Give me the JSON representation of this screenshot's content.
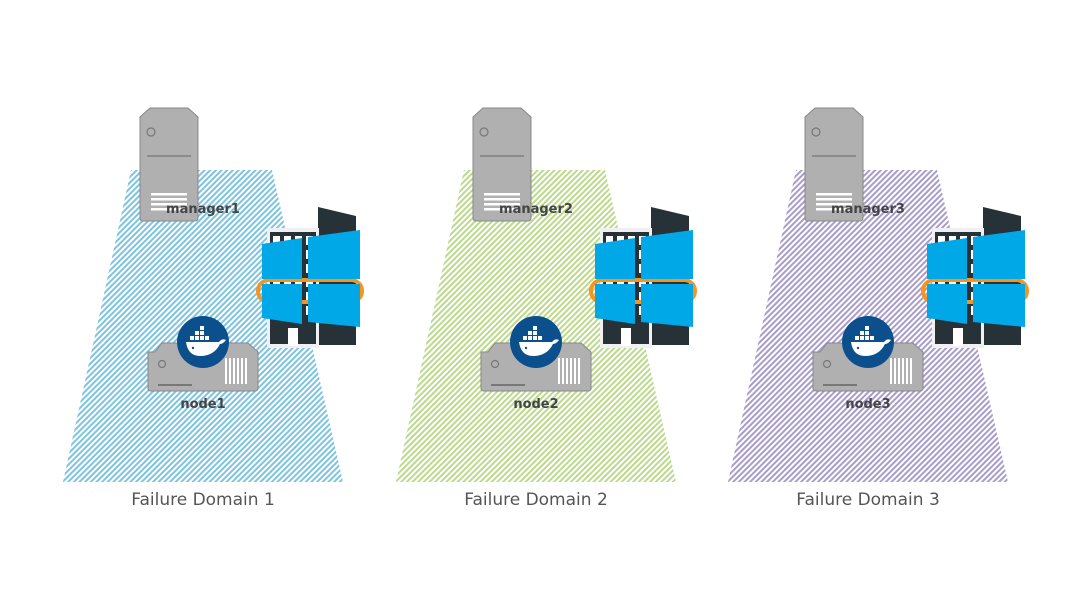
{
  "domains": [
    {
      "manager": "manager1",
      "node": "node1",
      "caption": "Failure Domain 1",
      "color": "#7ec3e0"
    },
    {
      "manager": "manager2",
      "node": "node2",
      "caption": "Failure Domain 2",
      "color": "#bcd98e"
    },
    {
      "manager": "manager3",
      "node": "node3",
      "caption": "Failure Domain 3",
      "color": "#a99cca"
    }
  ],
  "colors": {
    "server": "#b0b0b0",
    "docker": "#0b4f8c",
    "windows": "#00a8e8",
    "aws_orange": "#f7941d",
    "building": "#263238"
  }
}
